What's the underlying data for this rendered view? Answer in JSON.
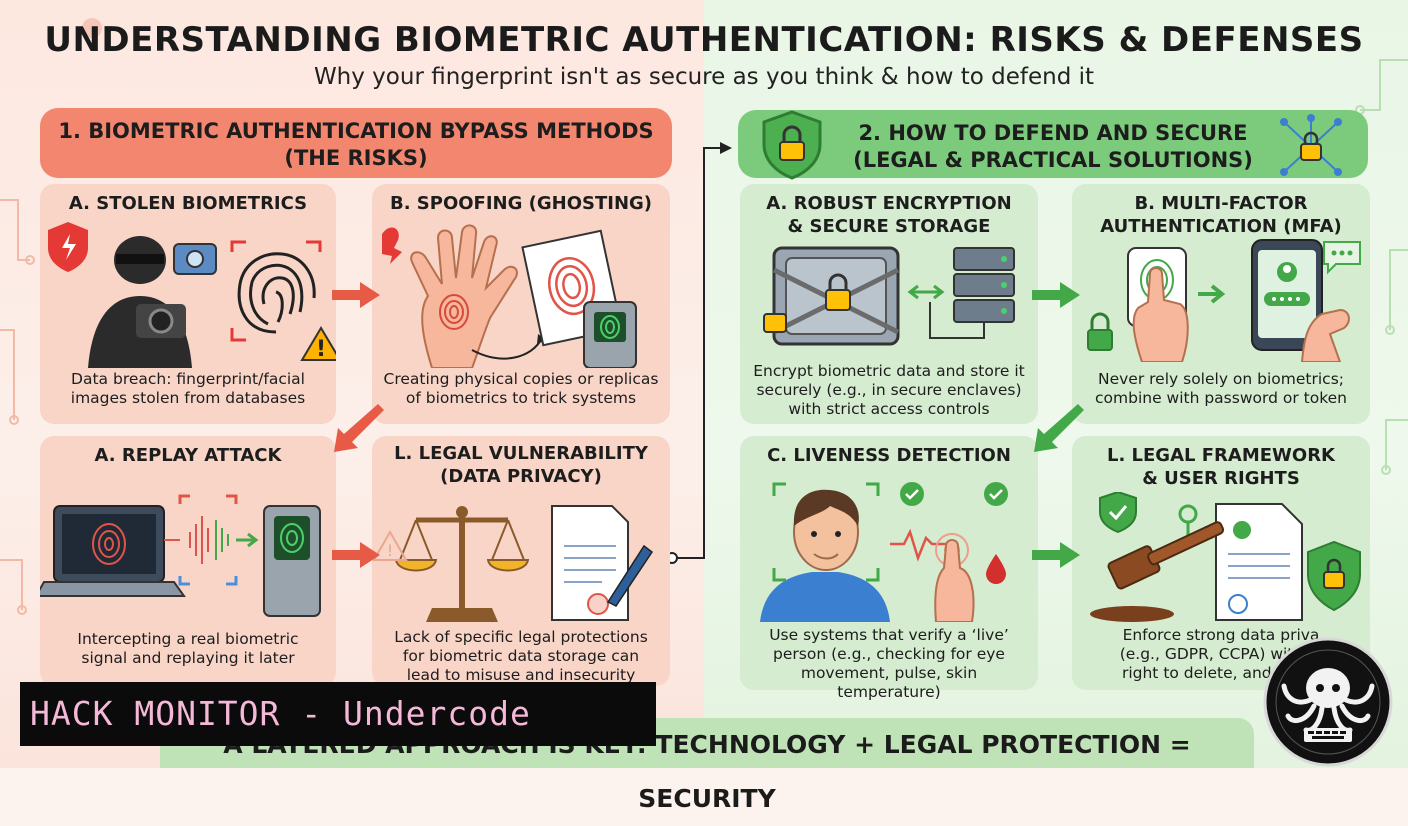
{
  "title": "UNDERSTANDING BIOMETRIC AUTHENTICATION: RISKS & DEFENSES",
  "subtitle": "Why your fingerprint isn't as secure as you think & how to defend it",
  "left_banner": {
    "line1": "1. BIOMETRIC AUTHENTICATION BYPASS METHODS",
    "line2": "(THE RISKS)"
  },
  "right_banner": {
    "line1": "2. HOW TO DEFEND AND SECURE",
    "line2": "(LEGAL & PRACTICAL SOLUTIONS)"
  },
  "risks": [
    {
      "heading": [
        "A. STOLEN BIOMETRICS"
      ],
      "desc": [
        "Data breach: fingerprint/facial",
        "images stolen from databases"
      ]
    },
    {
      "heading": [
        "B. SPOOFING (GHOSTING)"
      ],
      "desc": [
        "Creating physical copies or replicas",
        "of biometrics to trick systems"
      ]
    },
    {
      "heading": [
        "A. REPLAY ATTACK"
      ],
      "desc": [
        "Intercepting a real biometric",
        "signal and replaying it later"
      ]
    },
    {
      "heading": [
        "L. LEGAL VULNERABILITY",
        "(DATA PRIVACY)"
      ],
      "desc": [
        "Lack of specific legal protections",
        "for biometric data storage can",
        "lead to misuse and insecurity"
      ]
    }
  ],
  "defenses": [
    {
      "heading": [
        "A. ROBUST ENCRYPTION",
        "& SECURE STORAGE"
      ],
      "desc": [
        "Encrypt biometric data and store it",
        "securely (e.g., in secure enclaves)",
        "with strict access controls"
      ]
    },
    {
      "heading": [
        "B. MULTI-FACTOR",
        "AUTHENTICATION (MFA)"
      ],
      "desc": [
        "Never rely solely on biometrics;",
        "combine with password or token"
      ]
    },
    {
      "heading": [
        "C. LIVENESS DETECTION"
      ],
      "desc": [
        "Use systems that verify a ‘live’",
        "person (e.g., checking for eye",
        "movement, pulse, skin temperature)"
      ]
    },
    {
      "heading": [
        "L. LEGAL FRAMEWORK",
        "& USER RIGHTS"
      ],
      "desc": [
        "Enforce strong data priva",
        "(e.g., GDPR, CCPA) with st",
        "right to delete, and breac"
      ]
    }
  ],
  "footer": "A LAYERED APPROACH IS KEY: TECHNOLOGY + LEGAL PROTECTION = SECURITY",
  "watermark": "HACK MONITOR - Undercode",
  "colors": {
    "risk_accent": "#f3866f",
    "defense_accent": "#7ccb7c",
    "arrow_red": "#e65a46",
    "arrow_green": "#43a848"
  }
}
